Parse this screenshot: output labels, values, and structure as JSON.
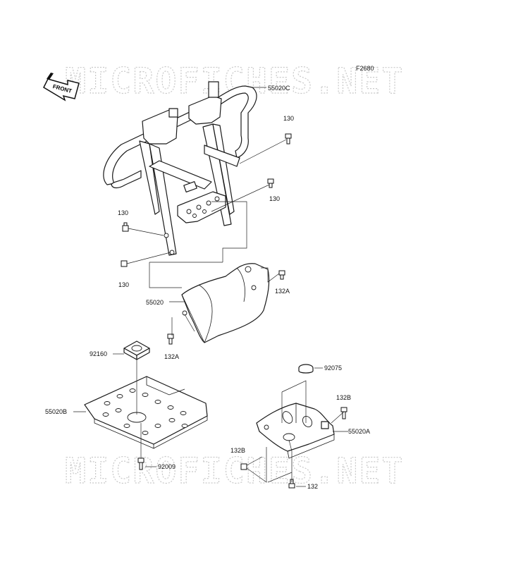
{
  "diagram_id": "F2680",
  "watermark": "MICROFICHES.NET",
  "front_label": "FRONT",
  "callouts": [
    {
      "id": "c-55020c",
      "label": "55020C"
    },
    {
      "id": "c-130-a",
      "label": "130"
    },
    {
      "id": "c-130-b",
      "label": "130"
    },
    {
      "id": "c-130-c",
      "label": "130"
    },
    {
      "id": "c-130-d",
      "label": "130"
    },
    {
      "id": "c-132a-r",
      "label": "132A"
    },
    {
      "id": "c-55020",
      "label": "55020"
    },
    {
      "id": "c-132a-l",
      "label": "132A"
    },
    {
      "id": "c-92160",
      "label": "92160"
    },
    {
      "id": "c-55020b",
      "label": "55020B"
    },
    {
      "id": "c-92009",
      "label": "92009"
    },
    {
      "id": "c-92075",
      "label": "92075"
    },
    {
      "id": "c-132b-r",
      "label": "132B"
    },
    {
      "id": "c-55020a",
      "label": "55020A"
    },
    {
      "id": "c-132b-l",
      "label": "132B"
    },
    {
      "id": "c-132",
      "label": "132"
    }
  ]
}
